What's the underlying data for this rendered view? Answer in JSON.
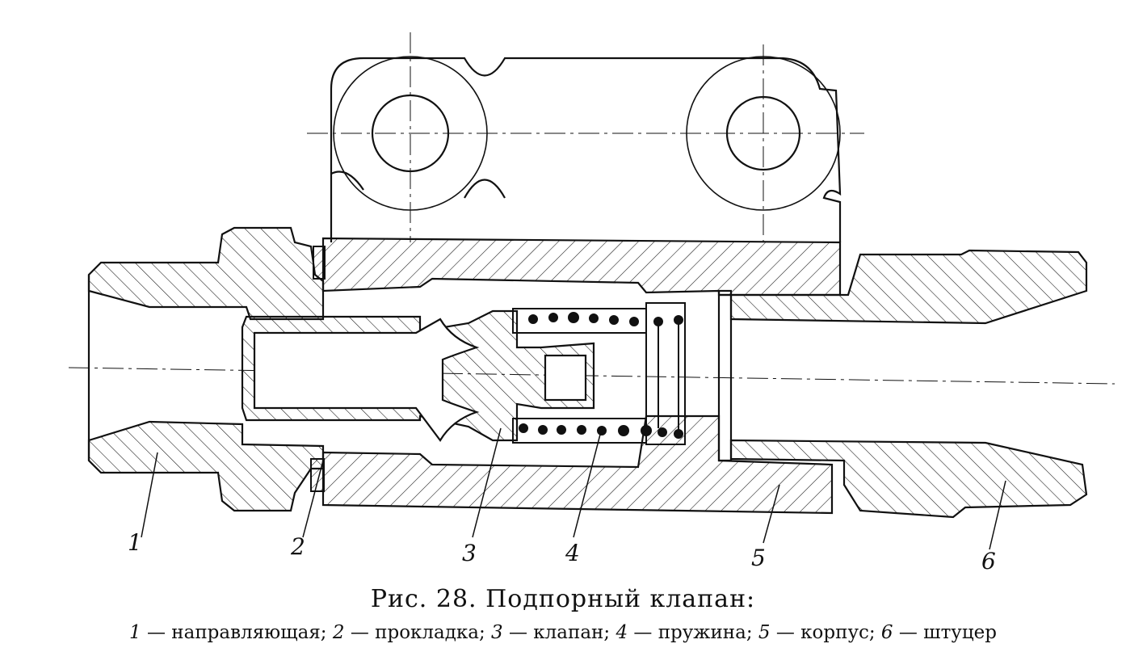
{
  "figure": {
    "caption_title": "Рис. 28. Подпорный клапан:",
    "part_labels": [
      "1",
      "2",
      "3",
      "4",
      "5",
      "6"
    ],
    "legend": [
      {
        "num": "1",
        "text": " — направляющая;"
      },
      {
        "num": "2",
        "text": " — прокладка;"
      },
      {
        "num": "3",
        "text": " — клапан;"
      },
      {
        "num": "4",
        "text": " — пружина;"
      },
      {
        "num": "5",
        "text": " — корпус;"
      },
      {
        "num": "6",
        "text": " — штуцер"
      }
    ],
    "colors": {
      "ink": "#111111",
      "paper": "#ffffff"
    }
  }
}
